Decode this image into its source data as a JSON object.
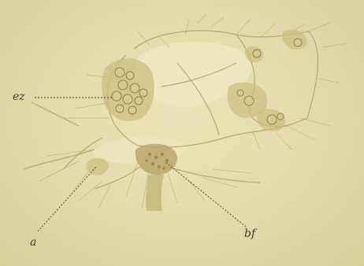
{
  "figure": {
    "labels": {
      "ez": "ez",
      "a": "a",
      "bf": "bf"
    }
  },
  "colors": {
    "paper": "#e6dcae",
    "tissue": "#c9b979",
    "tissue_dark": "#9c8c50",
    "nucleus": "#7b7043",
    "ink": "#3f3a2a"
  }
}
